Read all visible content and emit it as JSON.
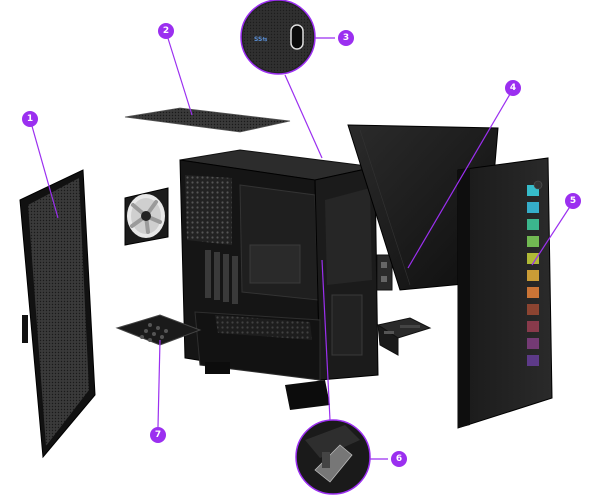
{
  "accent_color": "#9b2ff0",
  "inset_port": {
    "label": "SS⇆"
  },
  "callouts": [
    {
      "id": "1",
      "label": "1",
      "part": "left-mesh-side-panel"
    },
    {
      "id": "2",
      "label": "2",
      "part": "top-dust-filter"
    },
    {
      "id": "3",
      "label": "3",
      "part": "usb-c-port-inset"
    },
    {
      "id": "4",
      "label": "4",
      "part": "right-steel-side-panel"
    },
    {
      "id": "5",
      "label": "5",
      "part": "front-argb-panel"
    },
    {
      "id": "6",
      "label": "6",
      "part": "gpu-support-bracket-inset"
    },
    {
      "id": "7",
      "label": "7",
      "part": "bottom-dust-filter"
    }
  ],
  "argb_colors": [
    "#3ad7e8",
    "#38c6e6",
    "#3fd0a0",
    "#7fd35a",
    "#c9d43a",
    "#e8b23a",
    "#e8823a",
    "#e05c3a",
    "#d84a6a",
    "#b44ab4",
    "#8a4ad8"
  ]
}
